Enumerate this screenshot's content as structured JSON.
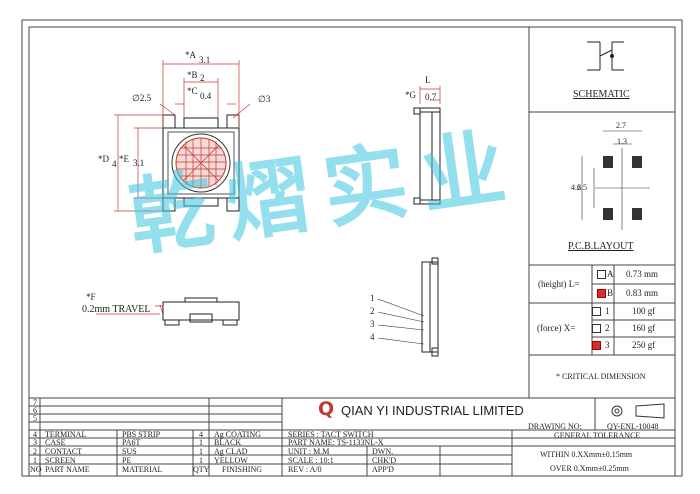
{
  "drawing": {
    "dims_top": {
      "A": "*A",
      "A_val": "3.1",
      "B": "*B",
      "B_val": "2",
      "C": "*C",
      "C_val": "0.4",
      "phi25": "∅2.5",
      "phi3": "∅3"
    },
    "dims_left": {
      "D": "*D",
      "D_val": "4",
      "E": "*E",
      "E_val": "3.1"
    },
    "dims_side": {
      "L": "L",
      "G": "*G",
      "G_val": "0.7"
    },
    "travel": {
      "F": "*F",
      "text": "0.2mm TRAVEL"
    },
    "callouts": [
      "1",
      "2",
      "3",
      "4"
    ],
    "watermark": "乾熠实业"
  },
  "schematic": {
    "label": "SCHEMATIC"
  },
  "pcb": {
    "label": "P.C.B.LAYOUT",
    "w27": "2.7",
    "w13": "1.3",
    "h46": "4.6",
    "h25": "2.5"
  },
  "options": {
    "height_label": "(height)  L=",
    "height_rows": [
      {
        "code": "A",
        "value": "0.73 mm",
        "selected": false
      },
      {
        "code": "B",
        "value": "0.83 mm",
        "selected": true
      }
    ],
    "force_label": "(force)  X=",
    "force_rows": [
      {
        "code": "1",
        "value": "100 gf",
        "selected": false
      },
      {
        "code": "2",
        "value": "160 gf",
        "selected": false
      },
      {
        "code": "3",
        "value": "250 gf",
        "selected": true
      }
    ],
    "critical": "* CRITICAL  DIMENSION"
  },
  "title_block": {
    "company": "QIAN YI INDUSTRIAL LIMITED",
    "logo_letter": "Q",
    "drawing_no_label": "DRAWING NO:",
    "drawing_no": "QY-ENL-10048",
    "general_tolerance": "GENERAL TOLERANCE",
    "tol1": "WITHIN  0.XXmm±0.15mm",
    "tol2": "OVER   0.Xmm±0.25mm",
    "series": "SERIES : TACT SWITCH",
    "part_name": "PART NAME: TS-1133NL-X",
    "unit": "UNIT  : M.M",
    "dwn": "DWN.",
    "scale": "SCALE : 10:1",
    "chkd": "CHK'D",
    "rev": "REV   : A/0",
    "appd": "APP'D",
    "row_nums": [
      "7",
      "6",
      "5",
      "4",
      "3",
      "2",
      "1"
    ],
    "bom": [
      {
        "no": "4",
        "part": "TERMINAL",
        "material": "PBS STRIP",
        "qty": "4",
        "finish": "Ag COATING"
      },
      {
        "no": "3",
        "part": "CASE",
        "material": "PA6T",
        "qty": "1",
        "finish": "BLACK"
      },
      {
        "no": "2",
        "part": "CONTACT",
        "material": "SUS",
        "qty": "1",
        "finish": "Ag CLAD"
      },
      {
        "no": "1",
        "part": "SCREEN",
        "material": "PE",
        "qty": "1",
        "finish": "YELLOW"
      }
    ],
    "headers": {
      "no": "NO",
      "part": "PART NAME",
      "material": "MATERIAL",
      "qty": "QTY",
      "finish": "FINISHING"
    }
  }
}
